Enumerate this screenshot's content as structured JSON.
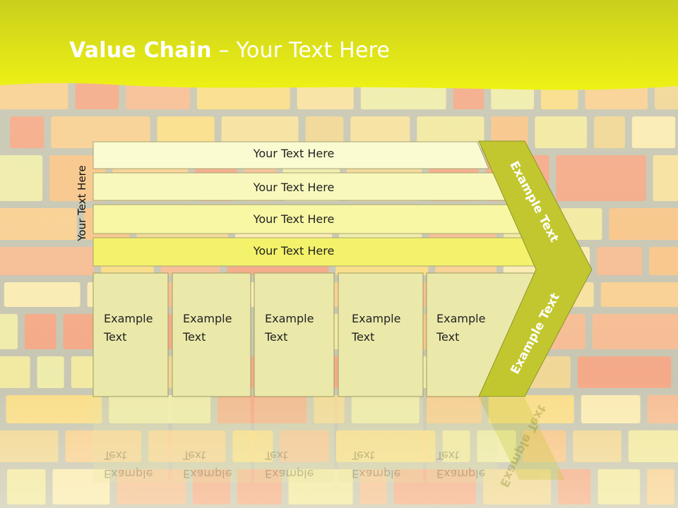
{
  "title": {
    "bold": "Value Chain",
    "rest": " – Your Text Here"
  },
  "side_label": "Your Text Here",
  "bars": [
    "Your Text Here",
    "Your Text Here",
    "Your Text Here",
    "Your Text Here"
  ],
  "boxes": [
    {
      "line1": "Example",
      "line2": "Text"
    },
    {
      "line1": "Example",
      "line2": "Text"
    },
    {
      "line1": "Example",
      "line2": "Text"
    },
    {
      "line1": "Example",
      "line2": "Text"
    },
    {
      "line1": "Example",
      "line2": "Text"
    }
  ],
  "chevron": {
    "upper": "Example Text",
    "lower": "Example Text"
  },
  "colors": {
    "header": "#e6ee1f",
    "bar_light": "#fbfbd2",
    "bar_mid": "#f7f7a4",
    "bar_strong": "#f3f26a",
    "box": "#ebe9aa",
    "chevron": "#c2c72f",
    "outline": "#9f9d63"
  }
}
